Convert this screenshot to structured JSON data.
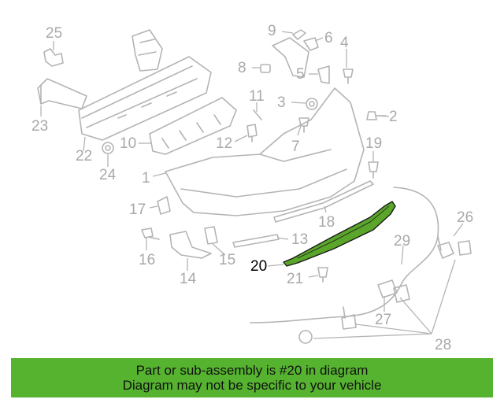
{
  "diagram": {
    "highlight_color": "#5aa62a",
    "callouts": [
      {
        "id": "25",
        "label": "25"
      },
      {
        "id": "9",
        "label": "9"
      },
      {
        "id": "6",
        "label": "6"
      },
      {
        "id": "4",
        "label": "4"
      },
      {
        "id": "8",
        "label": "8"
      },
      {
        "id": "5",
        "label": "5"
      },
      {
        "id": "11",
        "label": "11"
      },
      {
        "id": "3",
        "label": "3"
      },
      {
        "id": "2",
        "label": "2"
      },
      {
        "id": "23",
        "label": "23"
      },
      {
        "id": "7",
        "label": "7"
      },
      {
        "id": "12",
        "label": "12"
      },
      {
        "id": "10",
        "label": "10"
      },
      {
        "id": "19",
        "label": "19"
      },
      {
        "id": "22",
        "label": "22"
      },
      {
        "id": "24",
        "label": "24"
      },
      {
        "id": "1",
        "label": "1"
      },
      {
        "id": "17",
        "label": "17"
      },
      {
        "id": "18",
        "label": "18"
      },
      {
        "id": "26",
        "label": "26"
      },
      {
        "id": "13",
        "label": "13"
      },
      {
        "id": "29",
        "label": "29"
      },
      {
        "id": "16",
        "label": "16"
      },
      {
        "id": "15",
        "label": "15"
      },
      {
        "id": "20",
        "label": "20"
      },
      {
        "id": "14",
        "label": "14"
      },
      {
        "id": "21",
        "label": "21"
      },
      {
        "id": "27",
        "label": "27"
      },
      {
        "id": "28",
        "label": "28"
      }
    ]
  },
  "banner": {
    "line1": "Part or sub-assembly is #20 in diagram",
    "line2": "Diagram may not be specific to your vehicle",
    "background": "#56b330"
  }
}
